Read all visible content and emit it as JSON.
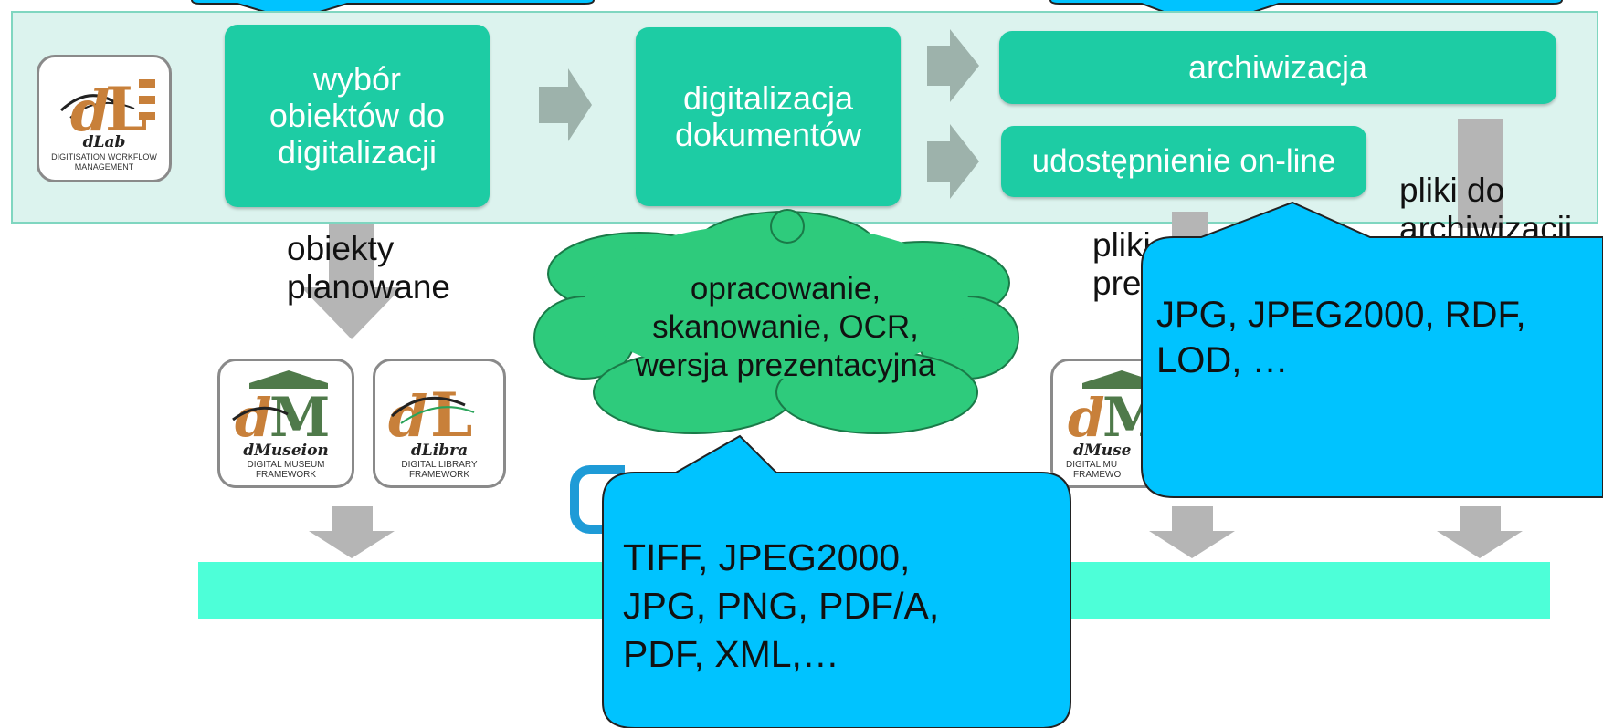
{
  "workflow": {
    "step1": "wybór obiektów do digitalizacji",
    "step2": "digitalizacja dokumentów",
    "step3a": "archiwizacja",
    "step3b": "udostępnienie on-line"
  },
  "labels": {
    "planned_line1": "obiekty",
    "planned_line2": "planowane",
    "archive_files_line1": "pliki do",
    "archive_files_line2": "archiwizacji",
    "presentation_line1": "pliki",
    "presentation_line2": "pre"
  },
  "cloud": {
    "line1": "opracowanie,",
    "line2": "skanowanie,  OCR,",
    "line3": "wersja prezentacyjna"
  },
  "callout_formats_master": {
    "line1": "TIFF, JPEG2000,",
    "line2": "JPG, PNG, PDF/A,",
    "line3": "PDF, XML,…"
  },
  "callout_formats_archive": {
    "line1": "JPG, JPEG2000, RDF,",
    "line2": "LOD, …"
  },
  "logos": {
    "dlab": {
      "name": "dLab",
      "sub1": "DIGITISATION WORKFLOW",
      "sub2": "MANAGEMENT"
    },
    "dmuseion": {
      "name": "dMuseion",
      "sub1": "DIGITAL MUSEUM",
      "sub2": "FRAMEWORK"
    },
    "dlibra": {
      "name": "dLibra",
      "sub1": "DIGITAL LIBRARY",
      "sub2": "FRAMEWORK"
    },
    "dmuseion_partial": {
      "name": "dMuse",
      "sub1": "DIGITAL MU",
      "sub2": "FRAMEWO"
    }
  },
  "colors": {
    "panel_bg": "#dcf3ee",
    "panel_border": "#7fd6c0",
    "box": "#1dcca4",
    "arrow": "#9db2ab",
    "gray_arrow": "#b5b5b5",
    "cloud": "#2ecb7c",
    "callout": "#00c3ff",
    "bottom_bar": "#4dffd8"
  }
}
